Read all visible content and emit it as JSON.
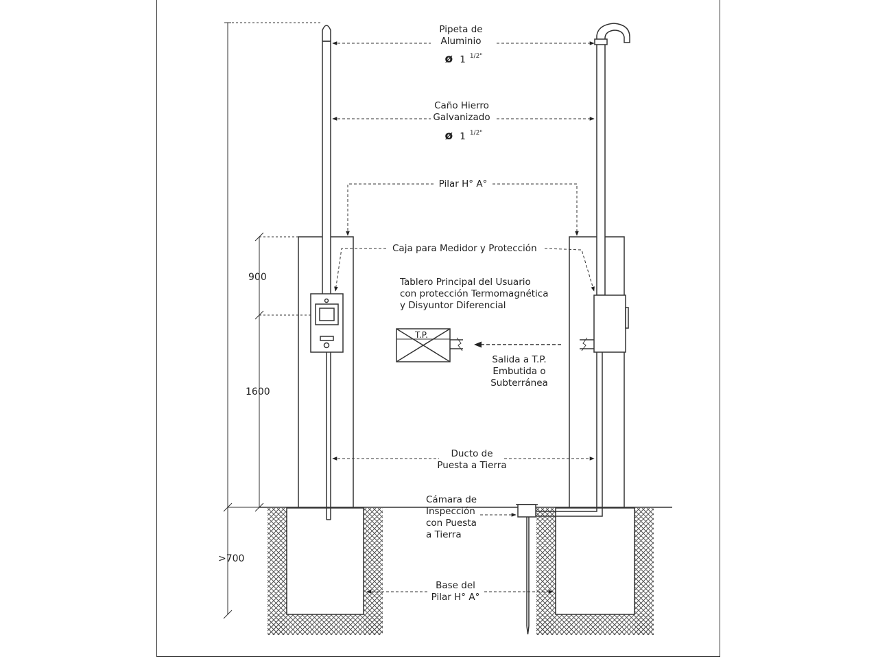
{
  "labels": {
    "pipeta": "Pipeta de\nAluminio",
    "pipeta_dim_base": "1",
    "pipeta_dim_frac": "1/2\"",
    "cano": "Caño Hierro\nGalvanizado",
    "cano_dim_base": "1",
    "cano_dim_frac": "1/2\"",
    "phi": "ø",
    "pilar": "Pilar H° A°",
    "caja": "Caja para Medidor y Protección",
    "tablero": "Tablero Principal del Usuario\ncon protección Termomagnética\ny Disyuntor Diferencial",
    "tp_box": "T.P.",
    "salida": "Salida a T.P.\nEmbutida  o\nSubterránea",
    "ducto": "Ducto de\nPuesta a Tierra",
    "camara": "Cámara de\nInspección\ncon Puesta\na Tierra",
    "base": "Base del\nPilar H° A°"
  },
  "dimensions": {
    "d900": "900",
    "d1600": "1600",
    "d700": ">700"
  },
  "colors": {
    "line": "#333333",
    "hatch": "#555555"
  }
}
